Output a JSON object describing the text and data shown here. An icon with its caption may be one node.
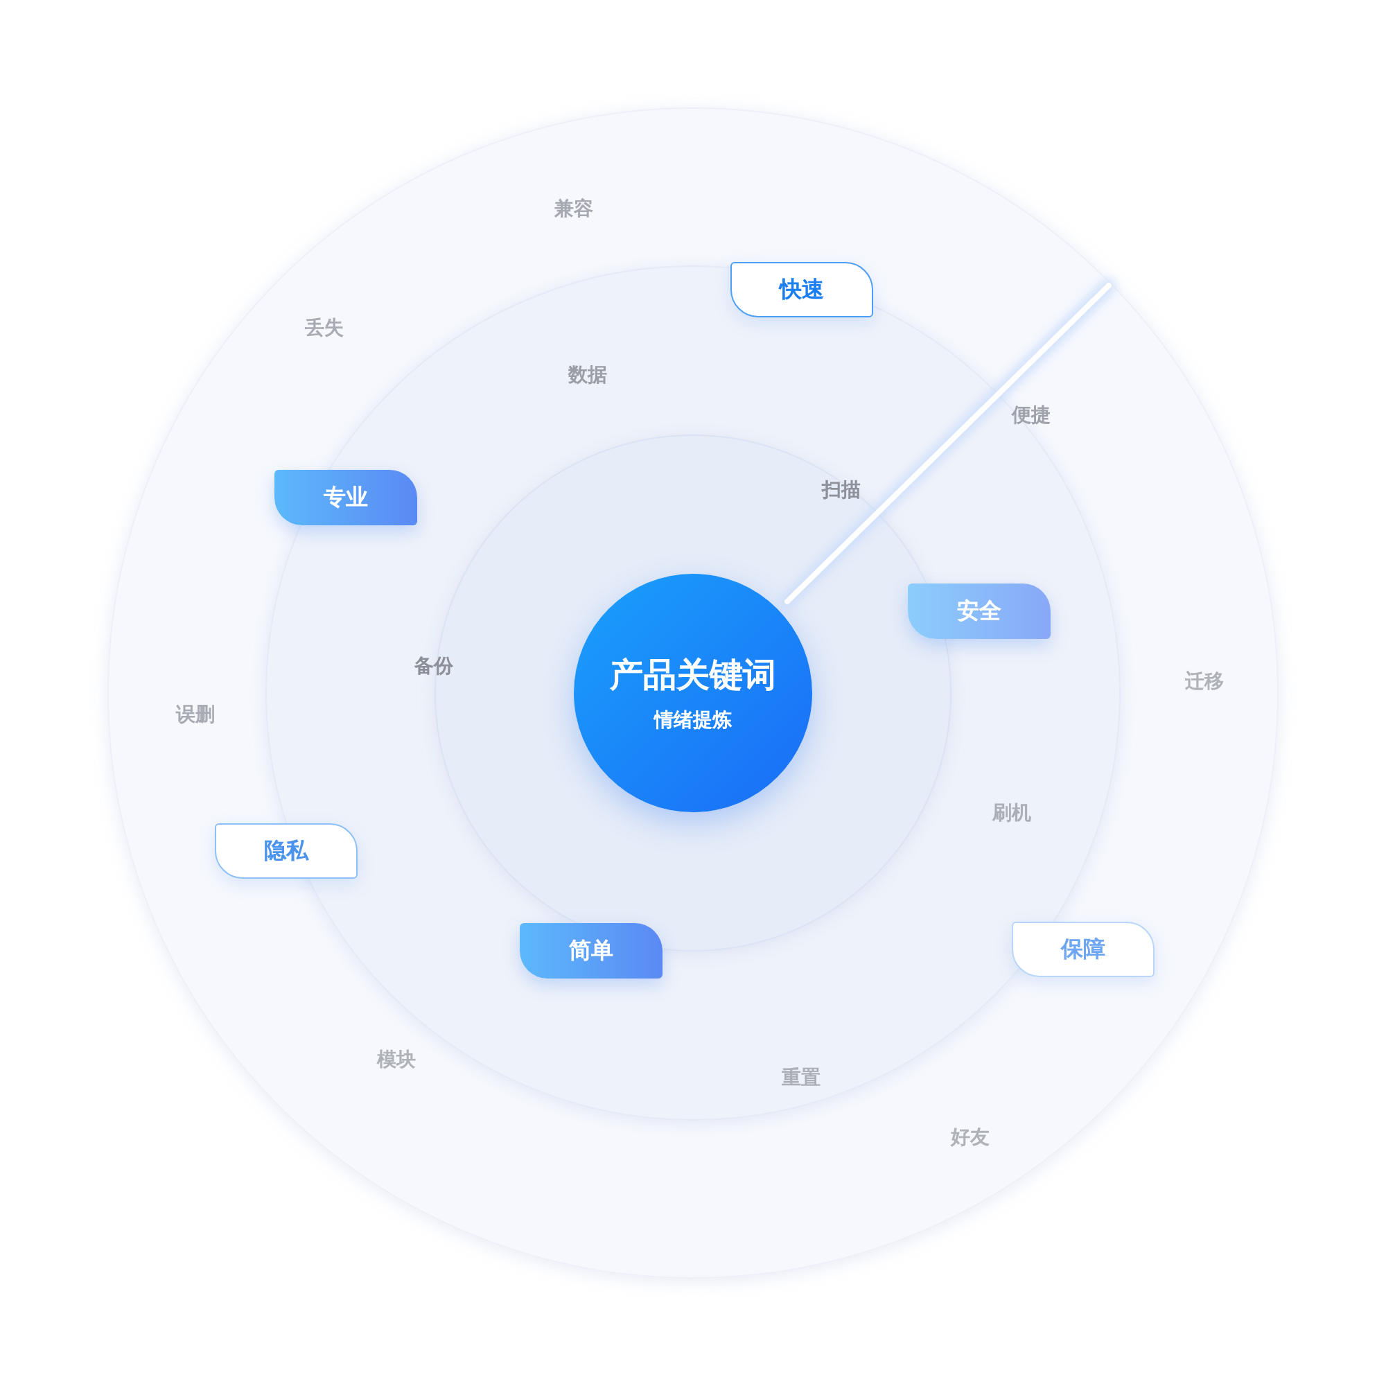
{
  "diagram": {
    "nodes": [
      {
        "text": [
          "快速"
        ]
      },
      {
        "text": [
          "专业"
        ]
      },
      {
        "text": [
          "安全"
        ]
      },
      {
        "text": [
          "产品关键词",
          "情绪提炼"
        ]
      },
      {
        "text": [
          "隐私"
        ]
      },
      {
        "text": [
          "简单"
        ]
      },
      {
        "text": [
          "保障"
        ]
      }
    ],
    "labels": [
      "兼容",
      "丢失",
      "数据",
      "便捷",
      "扫描",
      "备份",
      "迁移",
      "误删",
      "刷机",
      "模块",
      "重置",
      "好友"
    ]
  }
}
